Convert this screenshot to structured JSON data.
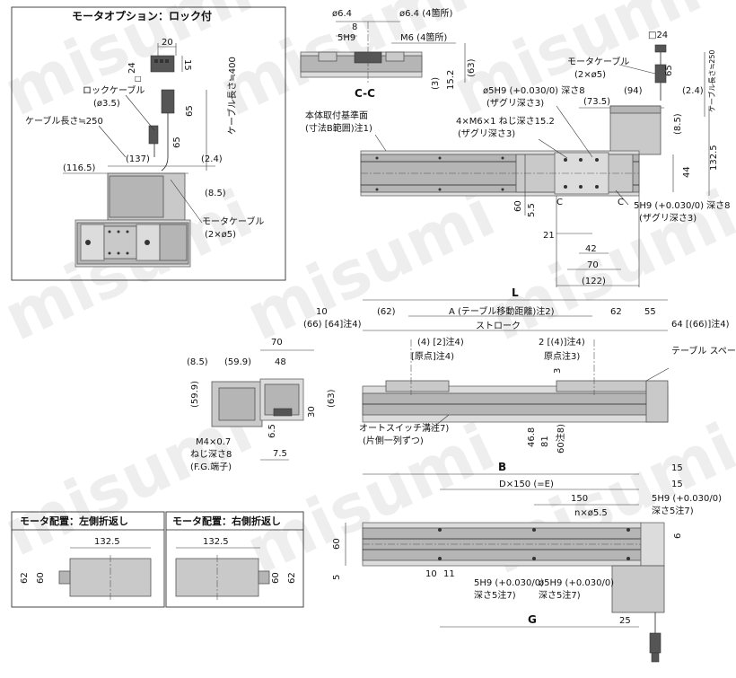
{
  "watermark": "misumi",
  "panel_lock": {
    "title": "モータオプション：ロック付",
    "dims": {
      "d20": "20",
      "d15": "15",
      "d24": "24",
      "sq": "□",
      "d65a": "65",
      "d65b": "65",
      "cable_len": "ケーブル長さ≒400",
      "lock_cable": "ロックケーブル",
      "lock_dia": "(ø3.5)",
      "cable_len_250": "ケーブル長さ≒250",
      "d137": "(137)",
      "d116_5": "(116.5)",
      "d2_4": "(2.4)",
      "d8_5": "(8.5)",
      "motor_cable": "モータケーブル",
      "motor_cable_dia": "(2×ø5)"
    }
  },
  "view_cc": {
    "title": "C-C",
    "dims": {
      "d6_4a": "ø6.4",
      "d6_4b": "ø6.4 (4箇所)",
      "d8": "8",
      "d5h9": "5H9",
      "m6": "M6 (4箇所)",
      "d3": "(3)",
      "d15_2": "15.2",
      "d63": "(63)"
    }
  },
  "top_right": {
    "dims": {
      "sq24": "□24",
      "motor_cable": "モータケーブル",
      "motor_cable_dia": "(2×ø5)",
      "d65": "65",
      "cable_len": "ケーブル長さ≒250",
      "d94": "(94)",
      "d2_4": "(2.4)",
      "d73_5": "(73.5)",
      "d8_5": "(8.5)",
      "d132_5": "132.5",
      "d44": "44",
      "d60": "60",
      "d5_5": "5.5",
      "d21": "21",
      "d42": "42",
      "d70": "70",
      "d122": "(122)",
      "c1": "C",
      "c2": "C",
      "hole1": "ø5H9 (+0.030/0) 深さ8",
      "hole1b": "(ザグリ深さ3)",
      "screw": "4×M6×1 ねじ深さ15.2",
      "screw_b": "(ザグリ深さ3)",
      "hole2": "5H9 (+0.030/0) 深さ8",
      "hole2b": "(ザグリ深さ3)",
      "base_ref": "本体取付基準面",
      "base_ref_b": "(寸法B範囲)注1)"
    }
  },
  "side_view": {
    "dims": {
      "L": "L",
      "d10": "10",
      "d62a": "(62)",
      "A": "A (テーブル移動距離)注2)",
      "d62b": "62",
      "d55": "55",
      "d66_64": "(66) [64]注4)",
      "stroke": "ストローク",
      "d64_66": "64 [(66)]注4)",
      "d4_2": "(4) [2]注4)",
      "origin_l": "[原点]注4)",
      "d2_4": "2 [(4)]注4)",
      "origin_r": "原点注3)",
      "d3": "3",
      "spacer": "テーブル スペーサ",
      "d46_8": "46.8",
      "d81": "81",
      "d60": "60注8)",
      "autoswitch": "オートスイッチ溝注7)",
      "autoswitch_b": "(片側一列ずつ)"
    }
  },
  "end_view": {
    "dims": {
      "d70": "70",
      "d8_5": "(8.5)",
      "d59_9a": "(59.9)",
      "d48": "48",
      "d59_9b": "(59.9)",
      "d63": "(63)",
      "d30": "30",
      "m4": "M4×0.7",
      "m4b": "ねじ深さ8",
      "m4c": "(F.G.端子)",
      "d6_5": "6.5",
      "d7_5": "7.5"
    }
  },
  "left_turn": {
    "title": "モータ配置：左側折返し",
    "dims": {
      "d132_5": "132.5",
      "d62": "62",
      "d60": "60"
    }
  },
  "right_turn": {
    "title": "モータ配置：右側折返し",
    "dims": {
      "d132_5": "132.5",
      "d60": "60",
      "d62": "62"
    }
  },
  "bottom_view": {
    "dims": {
      "B": "B",
      "d15a": "15",
      "De": "D×150 (=E)",
      "d15b": "15",
      "d150": "150",
      "n": "n×ø5.5",
      "d5h9": "5H9 (+0.030/0)",
      "d5h9b": "深さ5注7)",
      "d60": "60",
      "d5": "5",
      "d6": "6",
      "d10": "10",
      "d11": "11",
      "hole_l": "5H9 (+0.030/0)",
      "hole_lb": "深さ5注7)",
      "hole_r": "ø5H9 (+0.030/0)",
      "hole_rb": "深さ5注7)",
      "G": "G",
      "d25": "25"
    }
  }
}
